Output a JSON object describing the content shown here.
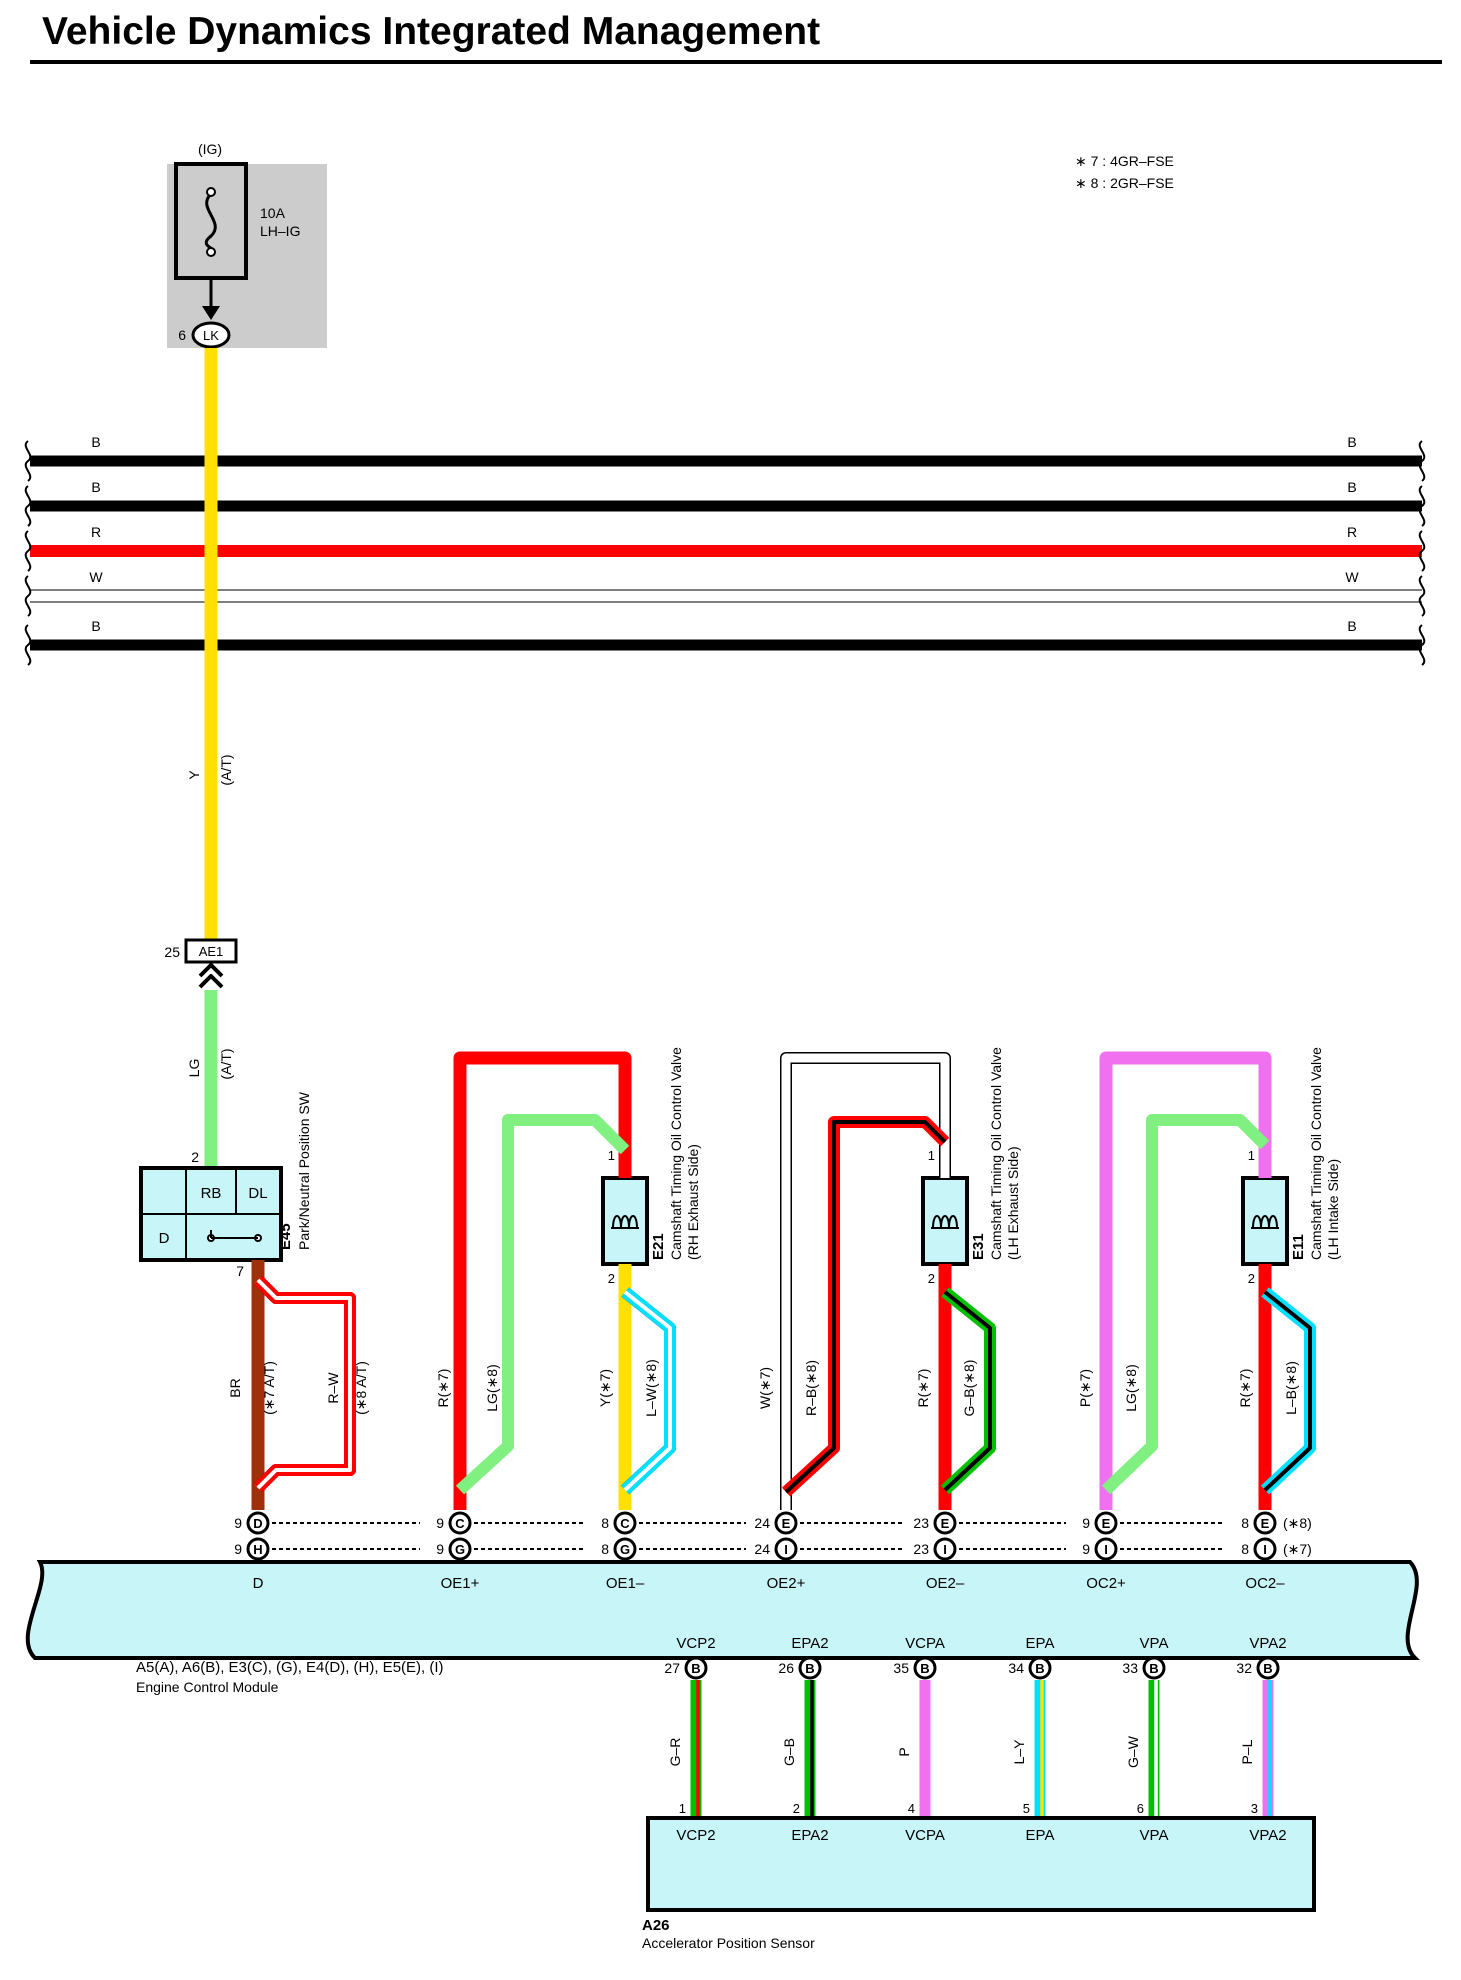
{
  "title": "Vehicle Dynamics Integrated Management",
  "notes": [
    "∗ 7 : 4GR–FSE",
    "∗ 8 : 2GR–FSE"
  ],
  "colors": {
    "B": "#000000",
    "R": "#ff0000",
    "Y": "#ffe000",
    "LG": "#80f080",
    "BR": "#a0300a",
    "P": "#f070f0",
    "L": "#00e0ff",
    "G": "#00c000",
    "W": "#ffffff",
    "module_fill": "#c8f5f8",
    "fuse_box": "#cccccc"
  },
  "fuse": {
    "group": "(IG)",
    "rating": "10A",
    "name": "LH–IG",
    "pin": "6",
    "connector": "LK"
  },
  "bus_wires": [
    {
      "color": "B",
      "label": "B"
    },
    {
      "color": "B",
      "label": "B"
    },
    {
      "color": "R",
      "label": "R"
    },
    {
      "color": "W",
      "label": "W"
    },
    {
      "color": "B",
      "label": "B"
    }
  ],
  "junction": {
    "pin": "25",
    "name": "AE1"
  },
  "wire_labels": {
    "y_color": "Y",
    "y_note": "(A/T)",
    "lg_color": "LG",
    "lg_note": "(A/T)"
  },
  "park_switch": {
    "id": "E45",
    "name": "Park/Neutral Position SW",
    "cells": [
      "RB",
      "DL",
      "D"
    ],
    "pin_in": "2",
    "pin_out": "7"
  },
  "valves": [
    {
      "id": "E21",
      "name": "Camshaft Timing Oil Control Valve",
      "side": "(RH Exhaust Side)",
      "pin1": "1",
      "pin2": "2"
    },
    {
      "id": "E31",
      "name": "Camshaft Timing Oil Control Valve",
      "side": "(LH Exhaust Side)",
      "pin1": "1",
      "pin2": "2"
    },
    {
      "id": "E11",
      "name": "Camshaft Timing Oil Control Valve",
      "side": "(LH Intake Side)",
      "pin1": "1",
      "pin2": "2"
    }
  ],
  "vertical_labels": [
    {
      "text": "BR"
    },
    {
      "text": "(∗7 A/T)"
    },
    {
      "text": "R–W"
    },
    {
      "text": "(∗8 A/T)"
    },
    {
      "text": "R(∗7)"
    },
    {
      "text": "LG(∗8)"
    },
    {
      "text": "Y(∗7)"
    },
    {
      "text": "L–W(∗8)"
    },
    {
      "text": "W(∗7)"
    },
    {
      "text": "R–B(∗8)"
    },
    {
      "text": "R(∗7)"
    },
    {
      "text": "G–B(∗8)"
    },
    {
      "text": "P(∗7)"
    },
    {
      "text": "LG(∗8)"
    },
    {
      "text": "R(∗7)"
    },
    {
      "text": "L–B(∗8)"
    }
  ],
  "ecm_pins": [
    {
      "top_num": "9",
      "top_letter": "D",
      "bot_num": "9",
      "bot_letter": "H",
      "label": "D"
    },
    {
      "top_num": "9",
      "top_letter": "C",
      "bot_num": "9",
      "bot_letter": "G",
      "label": "OE1+"
    },
    {
      "top_num": "8",
      "top_letter": "C",
      "bot_num": "8",
      "bot_letter": "G",
      "label": "OE1–"
    },
    {
      "top_num": "24",
      "top_letter": "E",
      "bot_num": "24",
      "bot_letter": "I",
      "label": "OE2+"
    },
    {
      "top_num": "23",
      "top_letter": "E",
      "bot_num": "23",
      "bot_letter": "I",
      "label": "OE2–"
    },
    {
      "top_num": "9",
      "top_letter": "E",
      "bot_num": "9",
      "bot_letter": "I",
      "label": "OC2+"
    },
    {
      "top_num": "8",
      "top_letter": "E",
      "bot_num": "8",
      "bot_letter": "I",
      "label": "OC2–"
    }
  ],
  "ecm_variant_notes": {
    "top": "(∗8)",
    "bottom": "(∗7)"
  },
  "ecm": {
    "connectors": "A5(A), A6(B), E3(C), (G), E4(D), (H), E5(E), (I)",
    "name": "Engine Control Module"
  },
  "sensor_pins": [
    {
      "label": "VCP2",
      "ecm_pin": "27",
      "letter": "B",
      "wire": "G–R",
      "sensor_pin": "1",
      "colors": [
        "G",
        "R"
      ]
    },
    {
      "label": "EPA2",
      "ecm_pin": "26",
      "letter": "B",
      "wire": "G–B",
      "sensor_pin": "2",
      "colors": [
        "G",
        "B"
      ]
    },
    {
      "label": "VCPA",
      "ecm_pin": "35",
      "letter": "B",
      "wire": "P",
      "sensor_pin": "4",
      "colors": [
        "P",
        "P"
      ]
    },
    {
      "label": "EPA",
      "ecm_pin": "34",
      "letter": "B",
      "wire": "L–Y",
      "sensor_pin": "5",
      "colors": [
        "L",
        "Y"
      ]
    },
    {
      "label": "VPA",
      "ecm_pin": "33",
      "letter": "B",
      "wire": "G–W",
      "sensor_pin": "6",
      "colors": [
        "G",
        "W"
      ]
    },
    {
      "label": "VPA2",
      "ecm_pin": "32",
      "letter": "B",
      "wire": "P–L",
      "sensor_pin": "3",
      "colors": [
        "P",
        "L"
      ]
    }
  ],
  "sensor": {
    "id": "A26",
    "name": "Accelerator Position Sensor"
  }
}
